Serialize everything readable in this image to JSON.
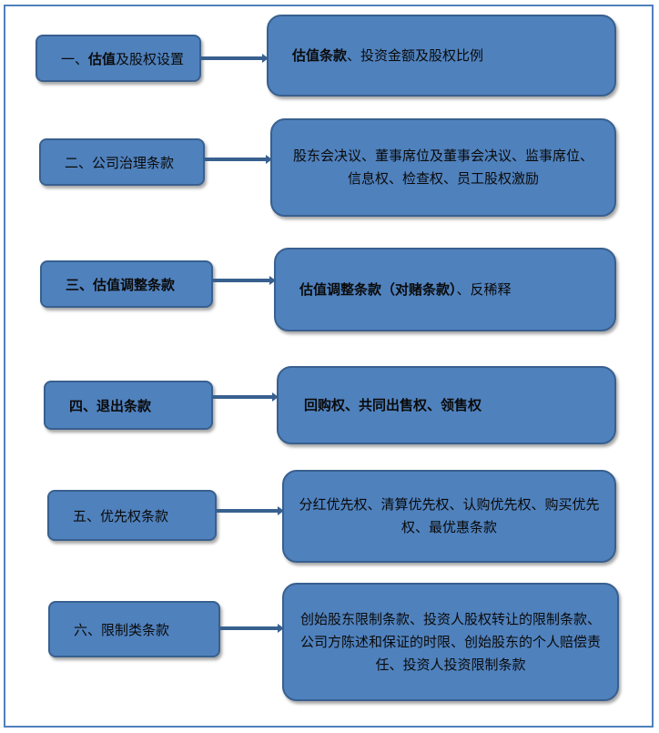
{
  "colors": {
    "box_fill": "#4f81bd",
    "box_border": "#38608f",
    "frame": "#4f81bd"
  },
  "sections": [
    {
      "label_bold": "估值",
      "label_rest": "及股权设置",
      "label_prefix": "一、",
      "detail_bold": "估值条款",
      "detail_rest": "、投资金额及股权比例"
    },
    {
      "label": "二、公司治理条款",
      "detail": "股东会决议、董事席位及董事会决议、监事席位、信息权、检查权、员工股权激励"
    },
    {
      "label": "三、估值调整条款",
      "detail_bold": "估值调整条款（对赌条款）",
      "detail_rest": "、反稀释"
    },
    {
      "label": "四、退出条款",
      "detail": "回购权、共同出售权、领售权"
    },
    {
      "label": "五、优先权条款",
      "detail": "分红优先权、清算优先权、认购优先权、购买优先权、最优惠条款"
    },
    {
      "label": "六、限制类条款",
      "detail": "创始股东限制条款、投资人股权转让的限制条款、公司方陈述和保证的时限、创始股东的个人赔偿责任、投资人投资限制条款"
    }
  ]
}
